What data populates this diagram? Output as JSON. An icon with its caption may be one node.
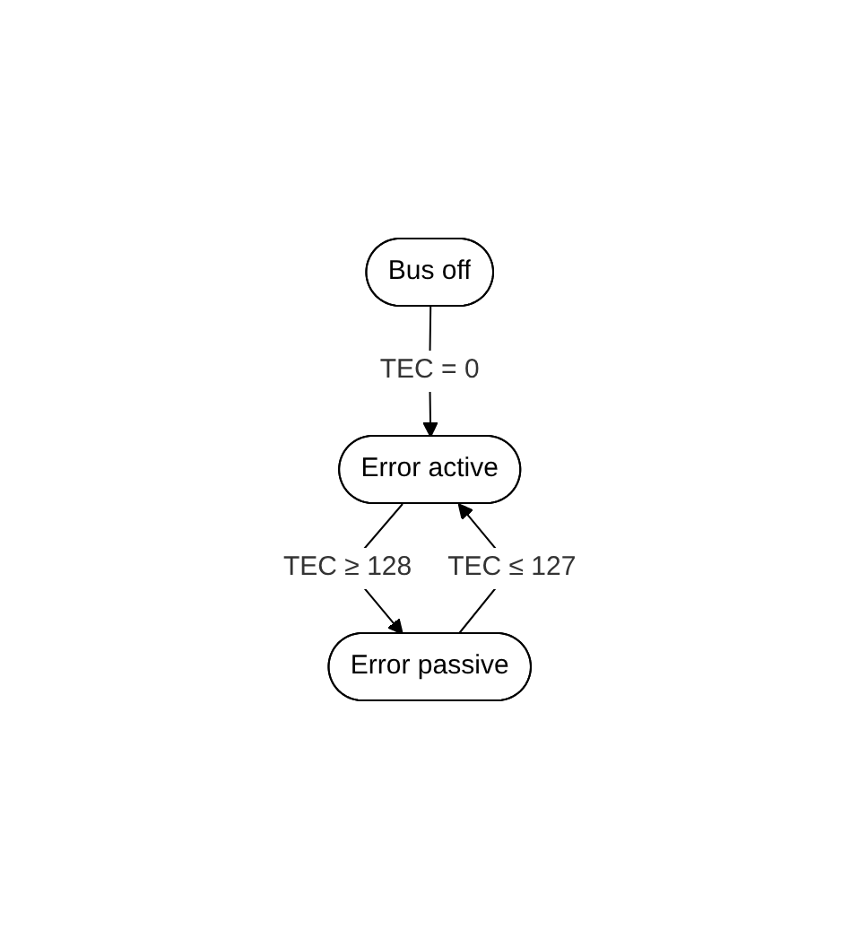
{
  "diagram": {
    "nodes": [
      {
        "text": [
          "Error active"
        ]
      },
      {
        "text": [
          "Error passive"
        ]
      },
      {
        "text": [
          "Bus off"
        ]
      }
    ],
    "edges": [
      {
        "from": 0,
        "to": 1,
        "arrow": "to",
        "label": "TEC ≥ 128"
      },
      {
        "from": 1,
        "to": 0,
        "arrow": "to",
        "label": "TEC ≤ 127"
      },
      {
        "from": 2,
        "to": 0,
        "arrow": "to",
        "label": "TEC = 0"
      }
    ]
  }
}
